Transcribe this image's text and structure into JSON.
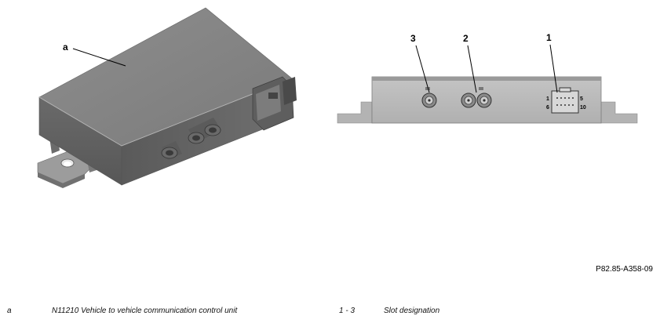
{
  "callouts": {
    "a": "a",
    "slot1": "1",
    "slot2": "2",
    "slot3": "3"
  },
  "pin_labels": {
    "top_left": "1",
    "top_right": "5",
    "bottom_left": "6",
    "bottom_right": "10"
  },
  "reference_code": "P82.85-A358-09",
  "legend": [
    {
      "key": "a",
      "text": "N11210 Vehicle to vehicle communication control unit"
    },
    {
      "key": "1 - 3",
      "text": "Slot designation"
    }
  ]
}
